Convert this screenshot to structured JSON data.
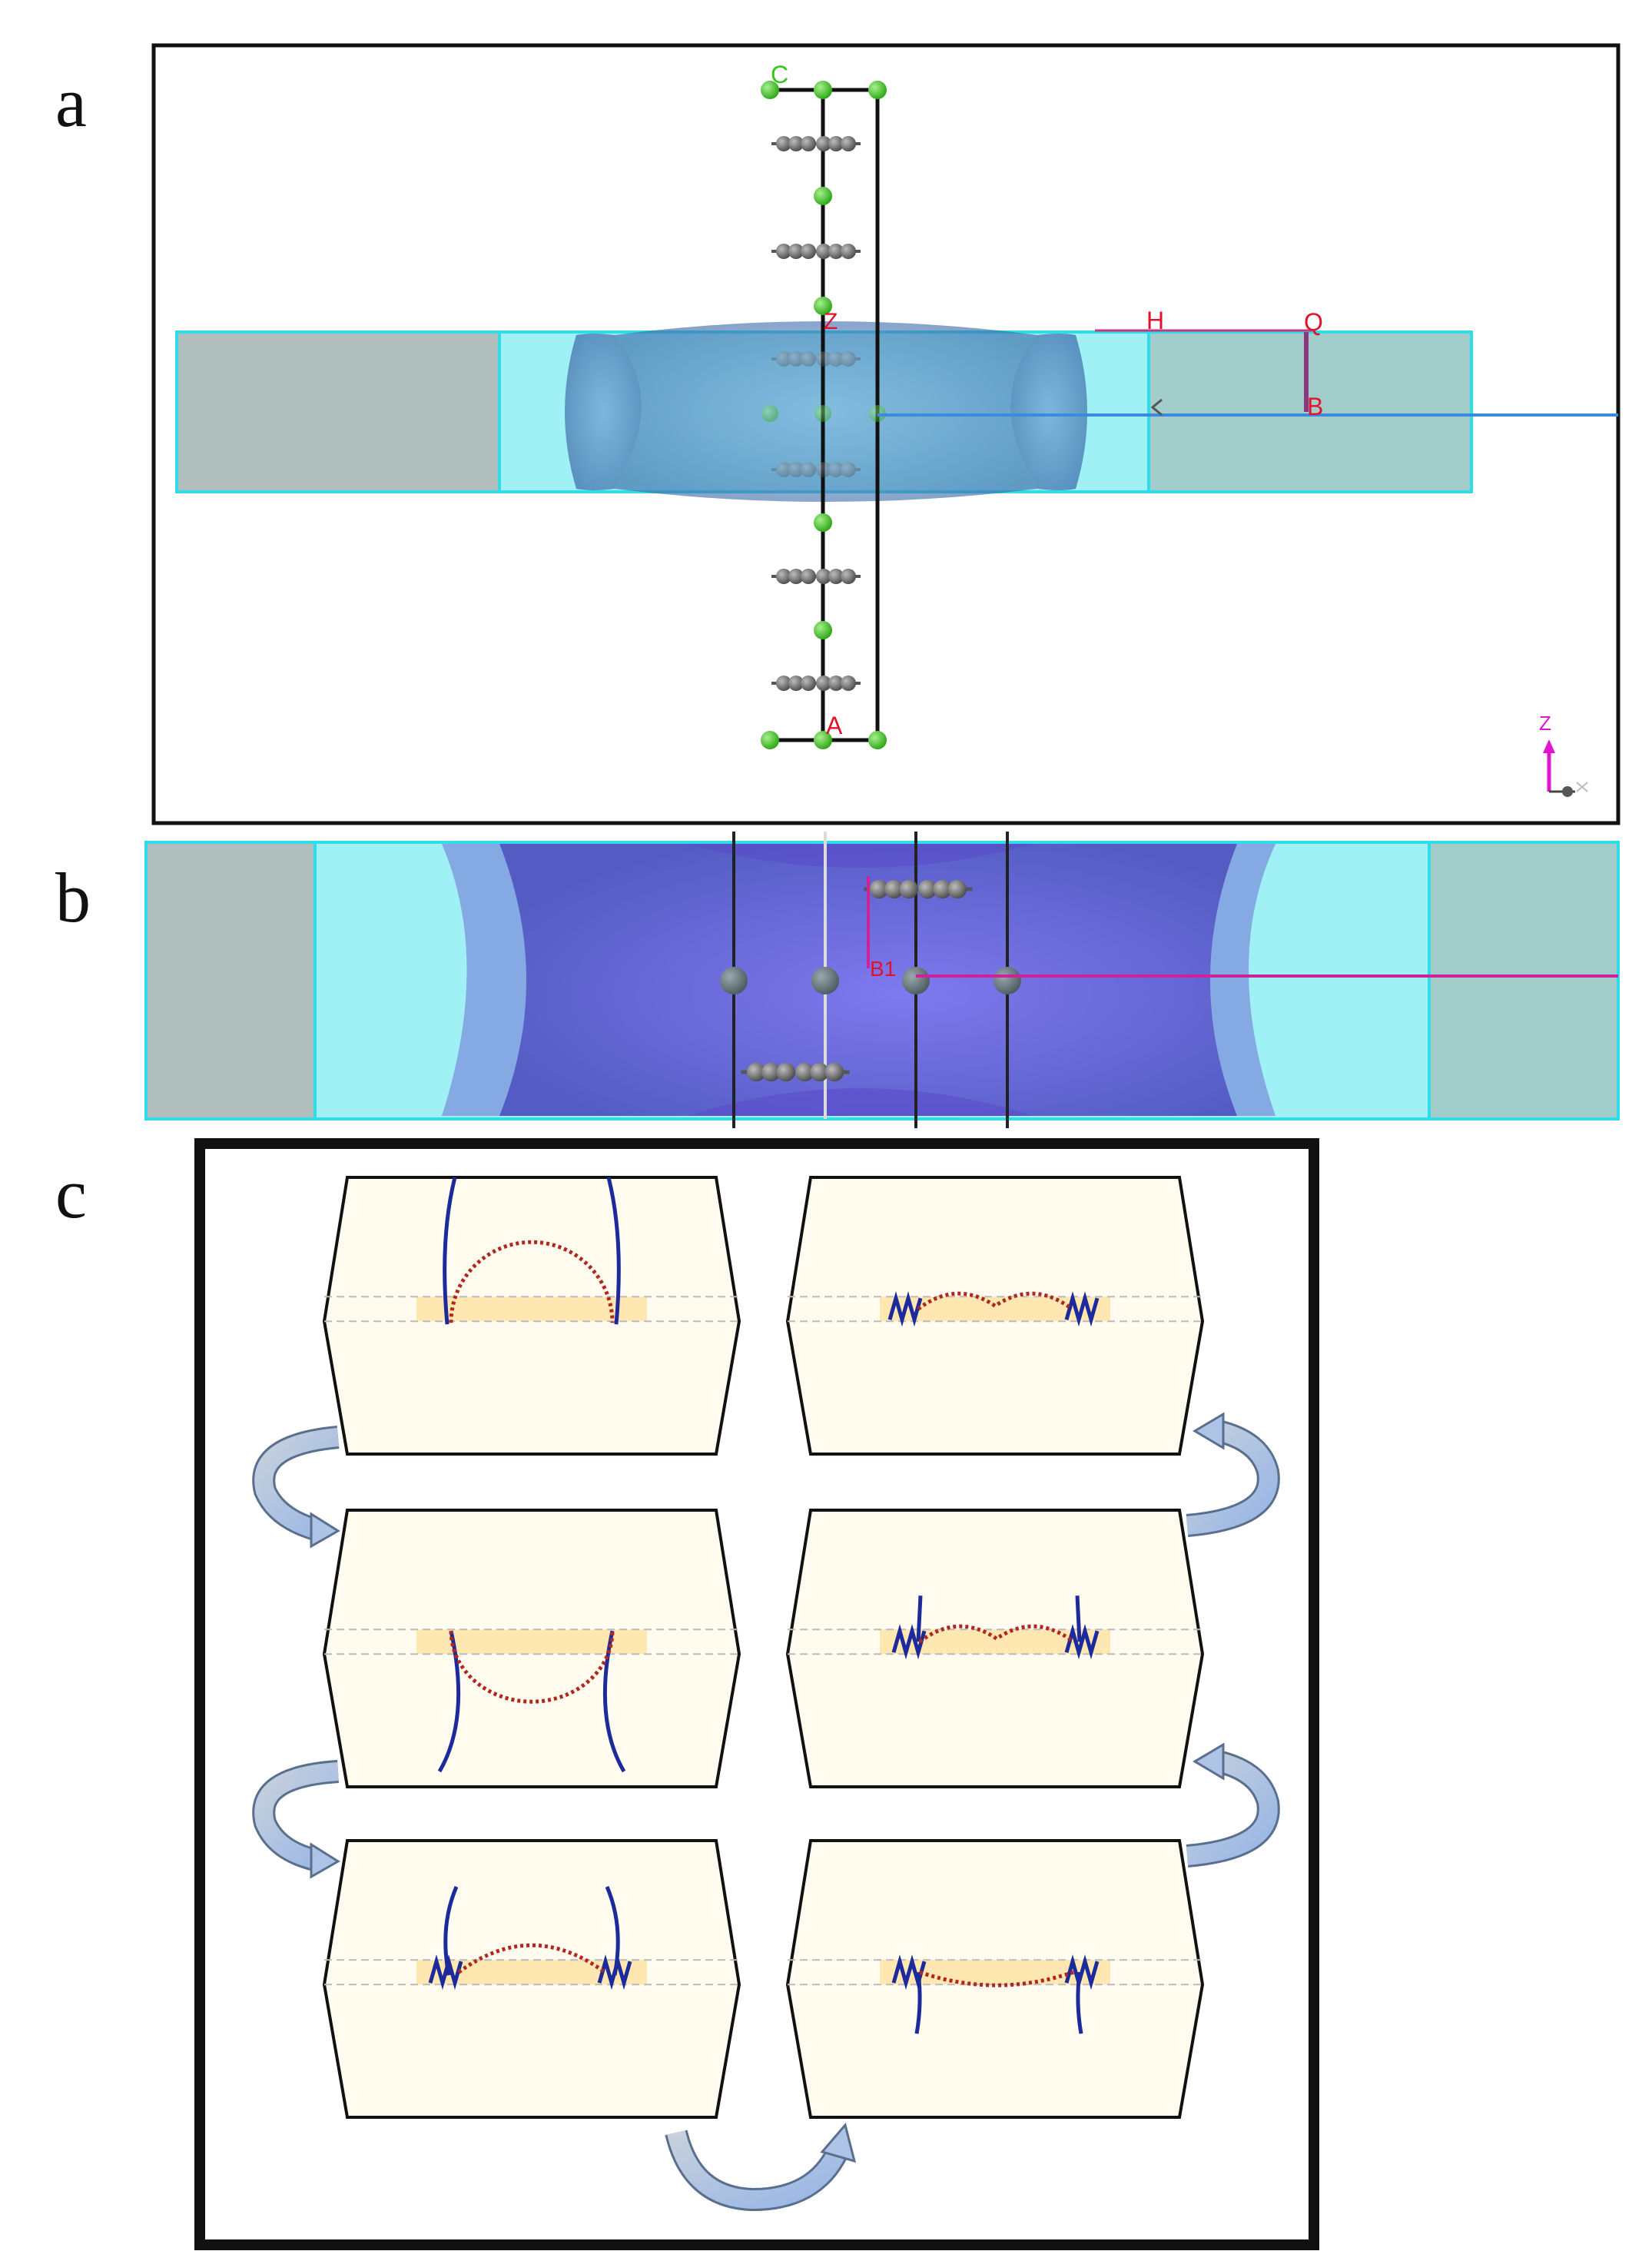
{
  "panels": {
    "a": {
      "letter": "a"
    },
    "b": {
      "letter": "b"
    },
    "c": {
      "letter": "c"
    }
  },
  "panel_a_labels": {
    "c": "C",
    "z": "Z",
    "h": "H",
    "q": "Q",
    "b": "B",
    "a": "A",
    "axis_z": "Z"
  },
  "panel_b_labels": {
    "b1": "B1"
  },
  "colors": {
    "atom_green": "#39c51f",
    "atom_gray": "#6b6b6b",
    "cyan_box": "#9ff1f5",
    "cyan_edge": "#2fdcea",
    "gray_block": "#b2bfbf",
    "blue_volume": "#4a78b8",
    "purple_volume": "#6655d8",
    "label_red": "#e4112b",
    "curve_blue": "#1d2a9c",
    "curve_red": "#b3261e",
    "slab_cream": "#fffbee",
    "band": "#ffe7b2",
    "arrow_fill": "#b5c8e6"
  }
}
